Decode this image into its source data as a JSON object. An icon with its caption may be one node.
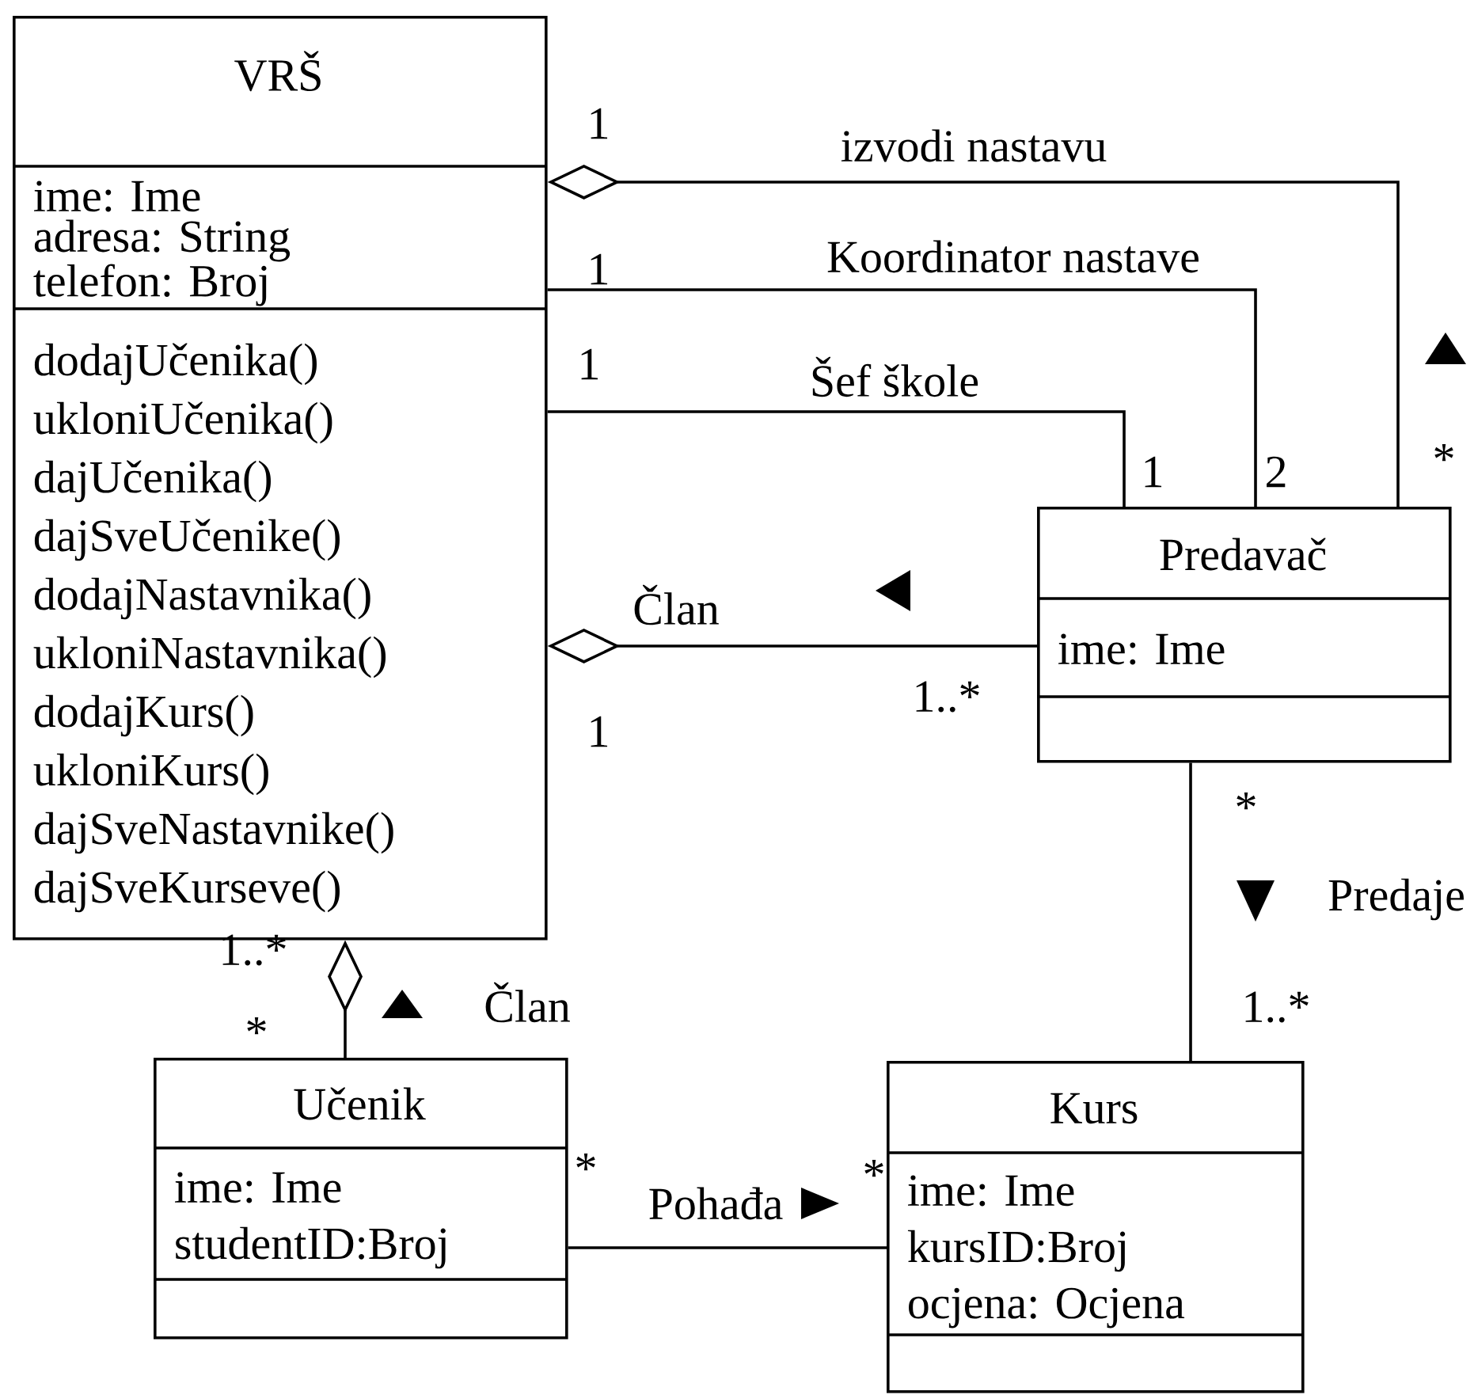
{
  "diagram": {
    "nodes": [
      {
        "text": [
          "VRŠ",
          "ime: Ime",
          "adresa: String",
          "telefon: Broj",
          "dodajUčenika()",
          "ukloniUčenika()",
          "dajUčenika()",
          "dajSveUčenike()",
          "dodajNastavnika()",
          "ukloniNastavnika()",
          "dodajKurs()",
          "ukloniKurs()",
          "dajSveNastavnike()",
          "dajSveKurseve()"
        ]
      },
      {
        "text": [
          "Predavač",
          "ime: Ime"
        ]
      },
      {
        "text": [
          "Učenik",
          "ime: Ime",
          "studentID:Broj"
        ]
      },
      {
        "text": [
          "Kurs",
          "ime: Ime",
          "kursID:Broj",
          "ocjena: Ocjena"
        ]
      }
    ],
    "edges": [
      {
        "from": 1,
        "to": 0,
        "arrow": "other",
        "label": "izvodi nastavu"
      },
      {
        "from": 1,
        "to": 0,
        "arrow": "none",
        "label": "Koordinator nastave"
      },
      {
        "from": 1,
        "to": 0,
        "arrow": "none",
        "label": "Šef škole"
      },
      {
        "from": 1,
        "to": 0,
        "arrow": "other",
        "label": "Član"
      },
      {
        "from": 1,
        "to": 3,
        "arrow": "none",
        "label": "Predaje"
      },
      {
        "from": 2,
        "to": 0,
        "arrow": "other",
        "label": "Član"
      },
      {
        "from": 2,
        "to": 3,
        "arrow": "none",
        "label": "Pohađa"
      }
    ],
    "labels": [
      "1",
      "1",
      "1",
      "1",
      "2",
      "*",
      "1..*",
      "1",
      "*",
      "1..*",
      "1..*",
      "*",
      "*",
      "*"
    ]
  }
}
